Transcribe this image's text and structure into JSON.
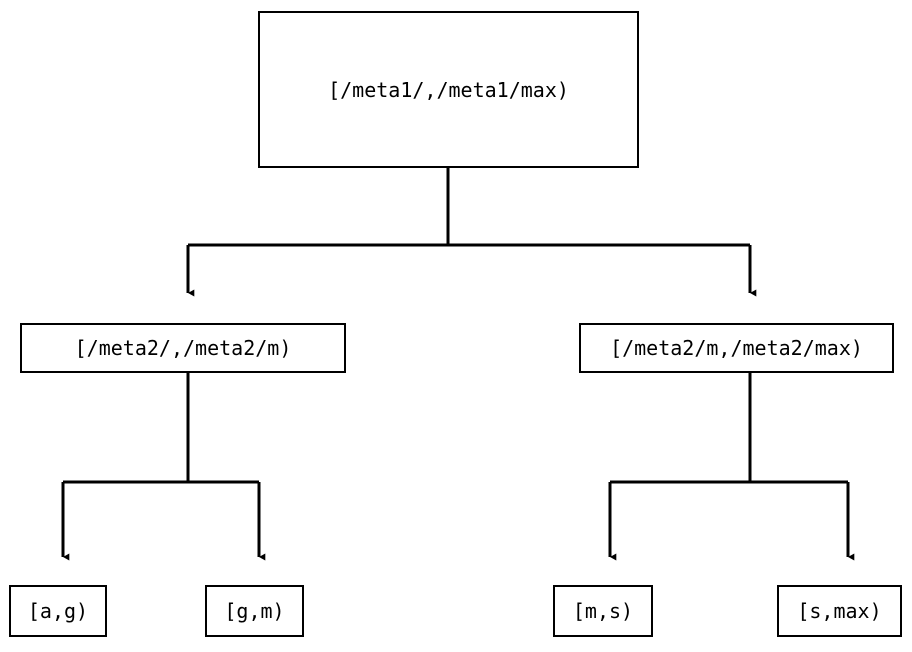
{
  "diagram": {
    "type": "tree",
    "background_color": "#ffffff",
    "line_color": "#000000",
    "text_color": "#000000",
    "nodes": [
      {
        "id": "root",
        "label": "[/meta1/,/meta1/max)",
        "level": 0
      },
      {
        "id": "meta2-left",
        "label": "[/meta2/,/meta2/m)",
        "level": 1
      },
      {
        "id": "meta2-right",
        "label": "[/meta2/m,/meta2/max)",
        "level": 1
      },
      {
        "id": "leaf-ag",
        "label": "[a,g)",
        "level": 2
      },
      {
        "id": "leaf-gm",
        "label": "[g,m)",
        "level": 2
      },
      {
        "id": "leaf-ms",
        "label": "[m,s)",
        "level": 2
      },
      {
        "id": "leaf-smax",
        "label": "[s,max)",
        "level": 2
      }
    ],
    "edges": [
      {
        "from": "root",
        "to": "meta2-left"
      },
      {
        "from": "root",
        "to": "meta2-right"
      },
      {
        "from": "meta2-left",
        "to": "leaf-ag"
      },
      {
        "from": "meta2-left",
        "to": "leaf-gm"
      },
      {
        "from": "meta2-right",
        "to": "leaf-ms"
      },
      {
        "from": "meta2-right",
        "to": "leaf-smax"
      }
    ]
  }
}
